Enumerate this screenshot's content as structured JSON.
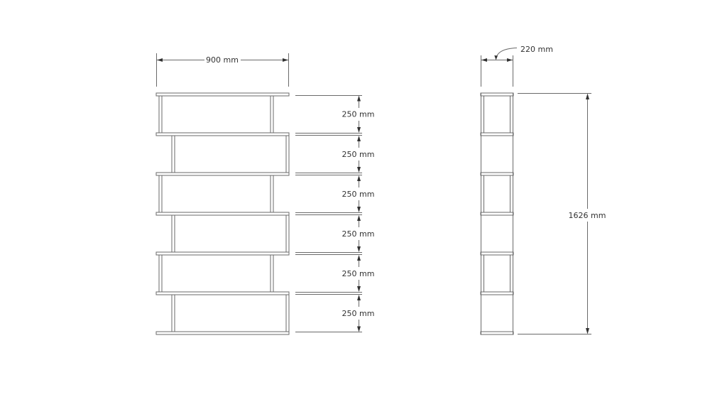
{
  "drawing": {
    "description": "Technical dimension drawing of a six-section zigzag bookcase, front view and side view",
    "front_view": {
      "width_label": "900 mm",
      "sections_count": 6,
      "shelves_count": 7,
      "section_labels": [
        "250 mm",
        "250 mm",
        "250 mm",
        "250 mm",
        "250 mm",
        "250 mm"
      ]
    },
    "side_view": {
      "depth_label": "220 mm",
      "height_label": "1626 mm"
    },
    "colors": {
      "line": "#6a6a6a",
      "text": "#323232",
      "background": "#ffffff"
    }
  }
}
